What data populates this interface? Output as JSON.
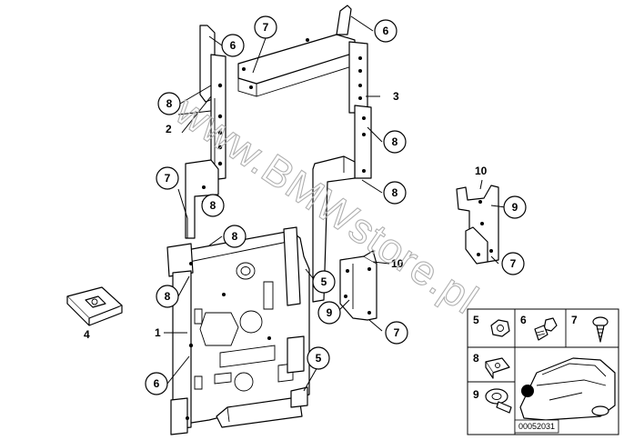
{
  "watermark": "www.BMWstore.pl",
  "reference_number": "00052031",
  "callouts": {
    "c6_top_left": "6",
    "c7_top": "7",
    "c6_top_right": "6",
    "c3": "3",
    "c8_a": "8",
    "c2": "2",
    "c8_b": "8",
    "c7_left": "7",
    "c8_c": "8",
    "c8_d": "8",
    "c8_e": "8",
    "c10_right": "10",
    "c9_right": "9",
    "c7_right": "7",
    "c10_mid": "10",
    "c5_mid": "5",
    "c9_mid": "9",
    "c7_mid": "7",
    "c8_f": "8",
    "c4": "4",
    "c1": "1",
    "c6_bottom": "6",
    "c5_bottom": "5"
  },
  "legend": {
    "item_5": "5",
    "item_6": "6",
    "item_7": "7",
    "item_8": "8",
    "item_9": "9"
  }
}
